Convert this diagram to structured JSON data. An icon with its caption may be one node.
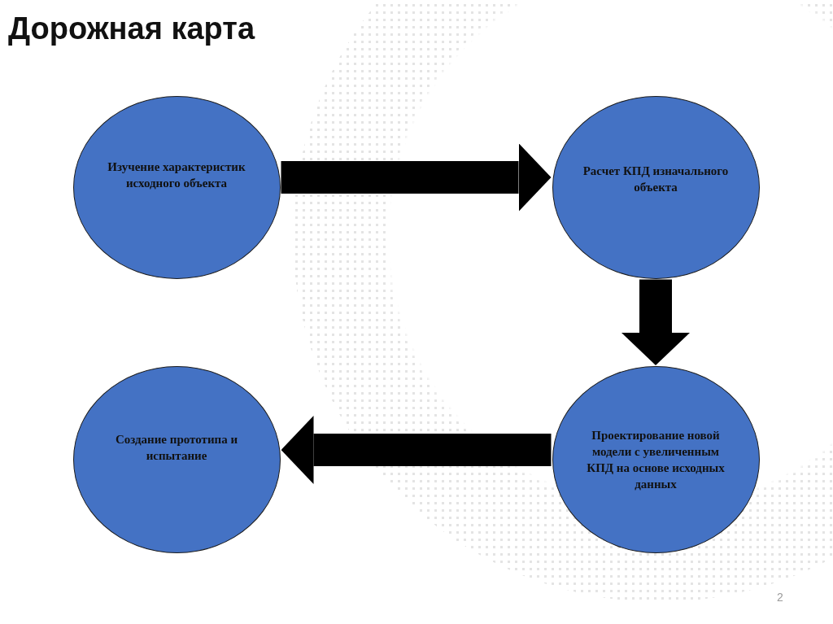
{
  "diagram": {
    "title": "Дорожная карта",
    "nodes": [
      {
        "text": [
          "Изучение характеристик исходного объекта"
        ]
      },
      {
        "text": [
          "Расчет КПД изначального объекта"
        ]
      },
      {
        "text": [
          "Проектирование новой модели с увеличенным КПД на основе исходных данных"
        ]
      },
      {
        "text": [
          "Создание прототипа и испытание"
        ]
      }
    ],
    "edges": [
      {
        "from": 0,
        "to": 1,
        "arrow": "to"
      },
      {
        "from": 1,
        "to": 2,
        "arrow": "to"
      },
      {
        "from": 2,
        "to": 3,
        "arrow": "to"
      }
    ],
    "labels": [
      "2"
    ]
  }
}
